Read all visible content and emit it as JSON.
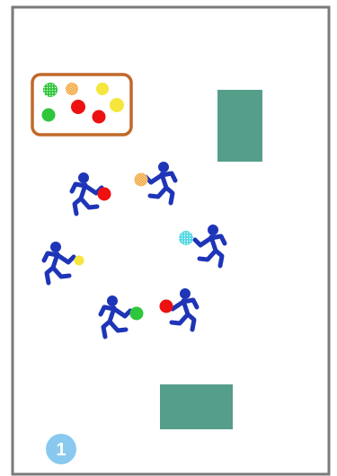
{
  "diagram": {
    "step_number": "1",
    "colors": {
      "court_border": "#7a7a7a",
      "goal_zone": "#559e8a",
      "ball_box_border": "#c0692a",
      "player": "#1f35b8",
      "badge": "#89c9f0",
      "ball_red": "#ee1111",
      "ball_yellow": "#f5e63d",
      "ball_green": "#2ec63a",
      "ball_orange": "#f2a640",
      "ball_cyan": "#53d8e3"
    },
    "ball_box": {
      "balls": [
        "green-patterned",
        "orange-patterned",
        "yellow",
        "green",
        "red",
        "red",
        "yellow"
      ]
    },
    "players": [
      {
        "name": "player-1",
        "facing": "left",
        "ball": "red"
      },
      {
        "name": "player-2",
        "facing": "right",
        "ball": "orange-patterned"
      },
      {
        "name": "player-3",
        "facing": "right",
        "ball": "cyan-patterned"
      },
      {
        "name": "player-4",
        "facing": "left",
        "ball": "yellow"
      },
      {
        "name": "player-5",
        "facing": "left",
        "ball": "green"
      },
      {
        "name": "player-6",
        "facing": "right",
        "ball": "red"
      }
    ]
  }
}
